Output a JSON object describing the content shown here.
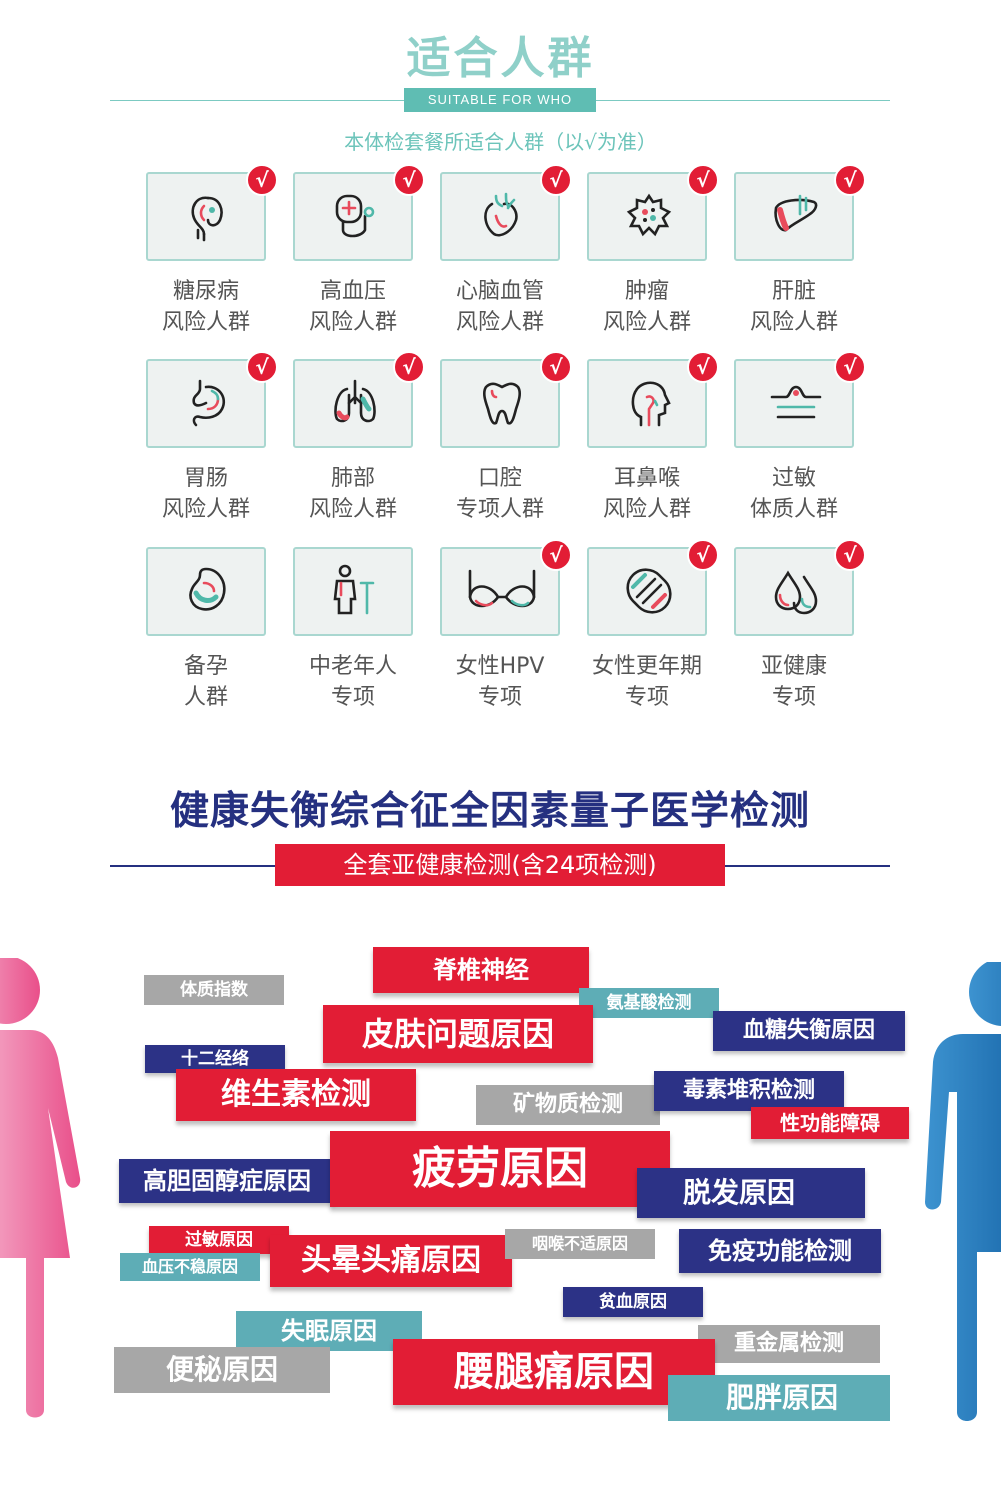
{
  "header": {
    "title": "适合人群",
    "subtitle": "SUITABLE FOR WHO",
    "intro": "本体检套餐所适合人群（以√为准）"
  },
  "check_mark": "√",
  "groups": [
    {
      "name": "糖尿病",
      "suffix": "风险人群",
      "checked": true,
      "icon": "kidney-icon"
    },
    {
      "name": "高血压",
      "suffix": "风险人群",
      "checked": true,
      "icon": "blood-pressure-icon"
    },
    {
      "name": "心脑血管",
      "suffix": "风险人群",
      "checked": true,
      "icon": "heart-icon"
    },
    {
      "name": "肿瘤",
      "suffix": "风险人群",
      "checked": true,
      "icon": "tumor-cell-icon"
    },
    {
      "name": "肝脏",
      "suffix": "风险人群",
      "checked": true,
      "icon": "liver-icon"
    },
    {
      "name": "胃肠",
      "suffix": "风险人群",
      "checked": true,
      "icon": "stomach-icon"
    },
    {
      "name": "肺部",
      "suffix": "风险人群",
      "checked": true,
      "icon": "lungs-icon"
    },
    {
      "name": "口腔",
      "suffix": "专项人群",
      "checked": true,
      "icon": "tooth-icon"
    },
    {
      "name": "耳鼻喉",
      "suffix": "风险人群",
      "checked": true,
      "icon": "head-throat-icon"
    },
    {
      "name": "过敏",
      "suffix": "体质人群",
      "checked": true,
      "icon": "skin-allergy-icon"
    },
    {
      "name": "备孕",
      "suffix": "人群",
      "checked": false,
      "icon": "pregnancy-icon"
    },
    {
      "name": "中老年人",
      "suffix": "专项",
      "checked": false,
      "icon": "elderly-cane-icon"
    },
    {
      "name": "女性HPV",
      "suffix": "专项",
      "checked": true,
      "icon": "bra-icon"
    },
    {
      "name": "女性更年期",
      "suffix": "专项",
      "checked": true,
      "icon": "sanitary-pad-icon"
    },
    {
      "name": "亚健康",
      "suffix": "专项",
      "checked": true,
      "icon": "droplets-icon"
    }
  ],
  "section2": {
    "title": "健康失衡综合征全因素量子医学检测",
    "badge": "全套亚健康检测(含24项检测)"
  },
  "tags": [
    {
      "text": "脊椎神经",
      "style": "red"
    },
    {
      "text": "体质指数",
      "style": "gray"
    },
    {
      "text": "氨基酸检测",
      "style": "teal"
    },
    {
      "text": "皮肤问题原因",
      "style": "red"
    },
    {
      "text": "血糖失衡原因",
      "style": "navy"
    },
    {
      "text": "十二经络",
      "style": "navy"
    },
    {
      "text": "维生素检测",
      "style": "red"
    },
    {
      "text": "矿物质检测",
      "style": "gray"
    },
    {
      "text": "毒素堆积检测",
      "style": "navy"
    },
    {
      "text": "性功能障碍",
      "style": "red"
    },
    {
      "text": "高胆固醇症原因",
      "style": "navy"
    },
    {
      "text": "疲劳原因",
      "style": "red"
    },
    {
      "text": "脱发原因",
      "style": "navy"
    },
    {
      "text": "过敏原因",
      "style": "red"
    },
    {
      "text": "血压不稳原因",
      "style": "teal"
    },
    {
      "text": "头晕头痛原因",
      "style": "red"
    },
    {
      "text": "咽喉不适原因",
      "style": "gray"
    },
    {
      "text": "免疫功能检测",
      "style": "navy"
    },
    {
      "text": "贫血原因",
      "style": "navy"
    },
    {
      "text": "失眠原因",
      "style": "teal"
    },
    {
      "text": "重金属检测",
      "style": "gray"
    },
    {
      "text": "便秘原因",
      "style": "gray"
    },
    {
      "text": "腰腿痛原因",
      "style": "red"
    },
    {
      "text": "肥胖原因",
      "style": "teal"
    }
  ],
  "colors": {
    "teal": "#5fbdb3",
    "red": "#e21d35",
    "navy": "#2c3286",
    "female": "#e94f8a",
    "male": "#1f74b8"
  }
}
